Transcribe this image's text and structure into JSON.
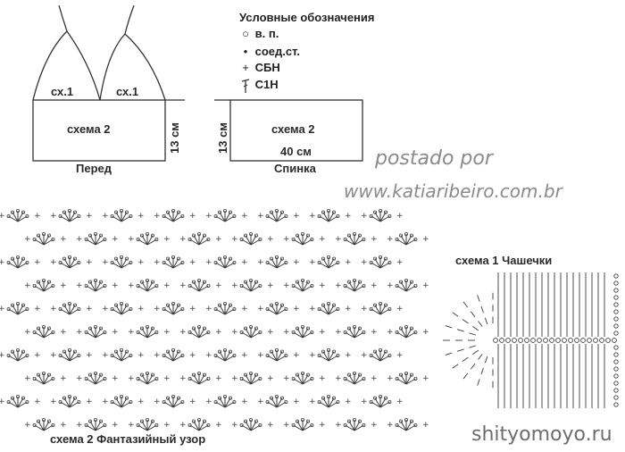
{
  "front": {
    "left_cup_label": "сх.1",
    "right_cup_label": "сх.1",
    "body_label": "схема 2",
    "height_label": "13 см",
    "caption": "Перед"
  },
  "back": {
    "body_label": "схема 2",
    "height_label": "13 см",
    "width_label": "40 см",
    "caption": "Спинка"
  },
  "legend": {
    "title": "Условные обозначения",
    "items": [
      {
        "symbol": "chain-icon",
        "label": "в. п."
      },
      {
        "symbol": "slip-stitch-icon",
        "label": "соед.ст."
      },
      {
        "symbol": "single-crochet-icon",
        "label": "СБН"
      },
      {
        "symbol": "double-crochet-icon",
        "label": "С1Н"
      }
    ]
  },
  "watermark": {
    "line1": "postado por",
    "line2": "www.katiaribeiro.com.br"
  },
  "pattern_caption": "схема 2 Фантазийный узор",
  "cup_caption": "схема 1 Чашечки",
  "site_credit": "shityomoyo.ru"
}
